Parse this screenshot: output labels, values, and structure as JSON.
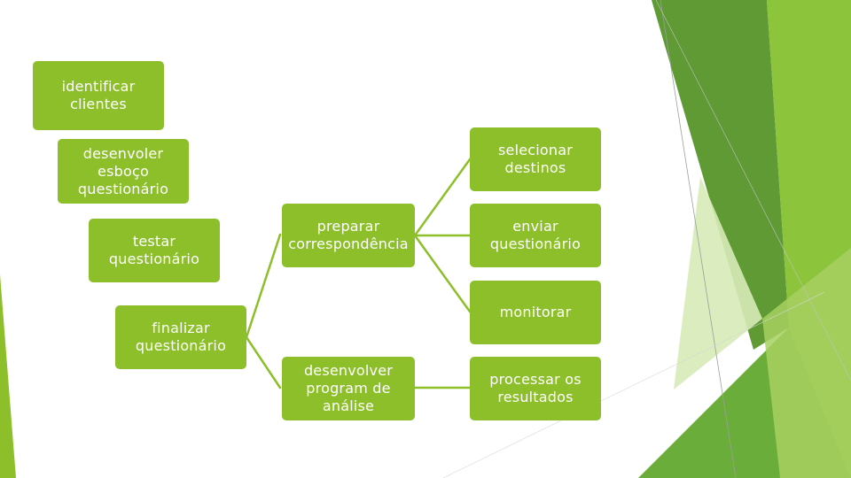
{
  "colors": {
    "box_fill": "#8cbf2a",
    "connector": "#8cbf2a",
    "text": "#ffffff",
    "decor_dark": "#4f8f2a",
    "decor_mid": "#78b33a",
    "decor_light": "#c8e29a"
  },
  "steps": {
    "identificar": "identificar\nclientes",
    "desenvolver_esboco": "desenvoler\nesboço\nquestionário",
    "testar": "testar\nquestionário",
    "finalizar": "finalizar\nquestionário",
    "preparar": "preparar\ncorrespondência",
    "desenvolver_programa": "desenvolver\nprogram de\nanálise",
    "selecionar": "selecionar\ndestinos",
    "enviar": "enviar\nquestionário",
    "monitorar": "monitorar",
    "processar": "processar os\nresultados"
  }
}
